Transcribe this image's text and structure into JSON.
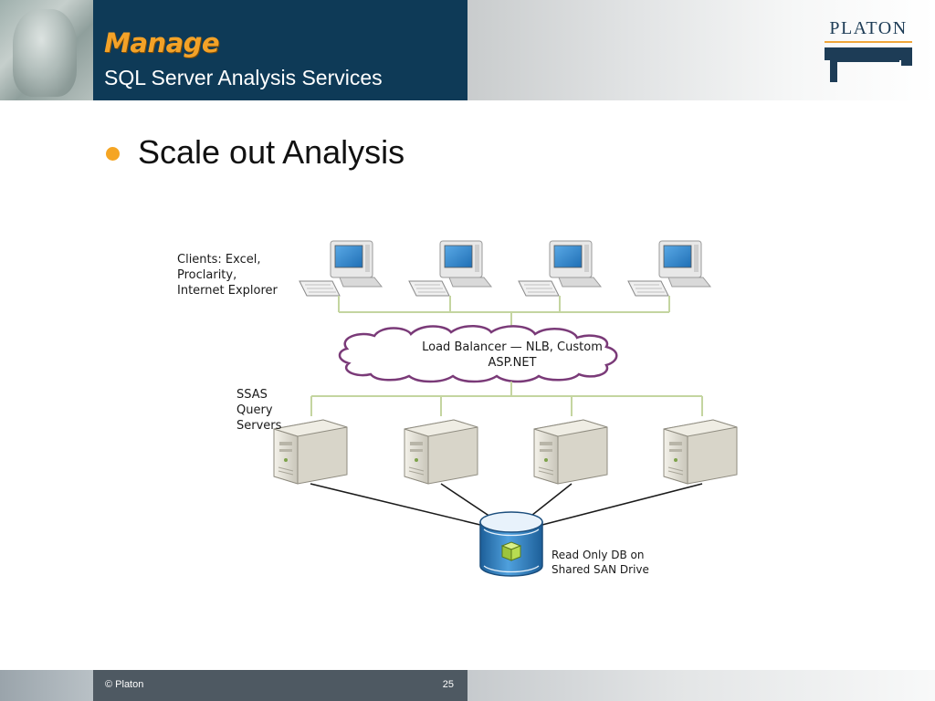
{
  "header": {
    "title": "Manage",
    "subtitle": "SQL Server Analysis Services",
    "logo_text": "PLATON"
  },
  "content": {
    "bullets": [
      "Scale out Analysis"
    ]
  },
  "diagram": {
    "clients_label": [
      "Clients: Excel,",
      "Proclarity,",
      "Internet Explorer"
    ],
    "load_balancer_label": [
      "Load Balancer — NLB, Custom",
      "ASP.NET"
    ],
    "servers_label": [
      "SSAS",
      "Query",
      "Servers"
    ],
    "db_label": [
      "Read Only DB on",
      "Shared SAN Drive"
    ],
    "client_count": 4,
    "server_count": 4
  },
  "footer": {
    "copyright": "© Platon",
    "page_number": "25"
  },
  "colors": {
    "header_band": "#0e3a57",
    "title_accent": "#f3a228",
    "bullet": "#f5a523",
    "cloud_stroke": "#7a3a78",
    "connector_line": "#c4d5a0",
    "db_body": "#2b79b8",
    "db_cube": "#b7dc52",
    "footer_band": "#4e5962"
  }
}
